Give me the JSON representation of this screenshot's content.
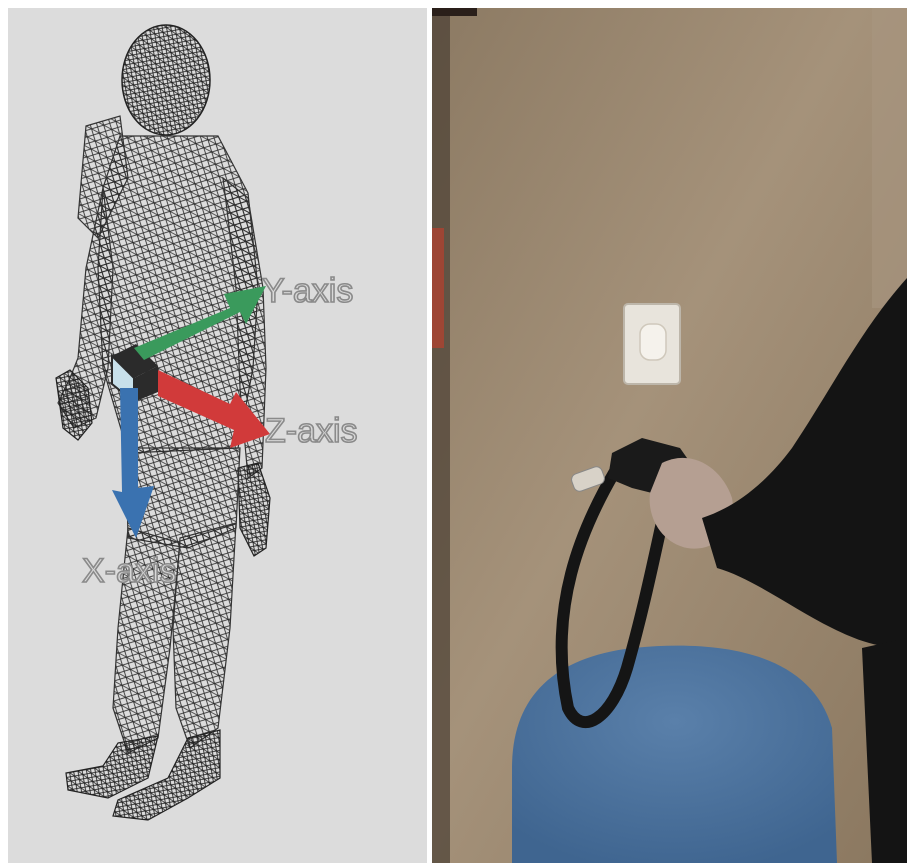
{
  "figure": {
    "left_panel": {
      "description_icon": "wireframe-human-body-icon",
      "axes": [
        {
          "label": "Y-axis",
          "color": "#3a9a5c"
        },
        {
          "label": "Z-axis",
          "color": "#d13a3a"
        },
        {
          "label": "X-axis",
          "color": "#3a72b0"
        }
      ],
      "background_color": "#dcdcdc",
      "mesh_color": "#2a2a2a"
    },
    "right_panel": {
      "photo_icon": "person-holding-strap-photo",
      "wall_color": "#a08b70",
      "chair_color": "#4a6f9a",
      "clothing_color": "#1a1a1a"
    }
  }
}
